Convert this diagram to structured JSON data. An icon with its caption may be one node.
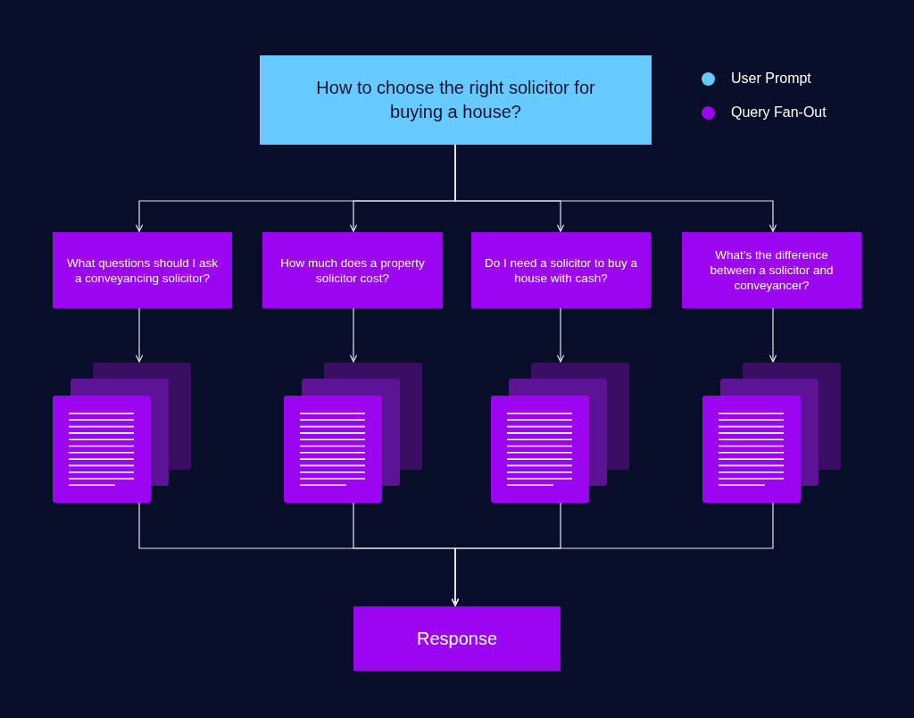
{
  "diagram": {
    "nodes": [
      {
        "text": [
          "How to choose the right solicitor for buying a house?"
        ]
      },
      {
        "text": [
          "What questions should I ask a conveyancing solicitor?"
        ]
      },
      {
        "text": [
          "How much does a property solicitor cost?"
        ]
      },
      {
        "text": [
          "Do I need a solicitor to buy a house with cash?"
        ]
      },
      {
        "text": [
          "What’s the difference between a solicitor and conveyancer?"
        ]
      },
      {
        "text": [],
        "shape": "document"
      },
      {
        "text": [],
        "shape": "document"
      },
      {
        "text": [],
        "shape": "document"
      },
      {
        "text": [],
        "shape": "document"
      },
      {
        "text": [
          "Response"
        ]
      }
    ],
    "edges": [
      {
        "from": 0,
        "to": 1,
        "arrow": "to"
      },
      {
        "from": 0,
        "to": 2,
        "arrow": "to"
      },
      {
        "from": 0,
        "to": 3,
        "arrow": "to"
      },
      {
        "from": 0,
        "to": 4,
        "arrow": "to"
      },
      {
        "from": 1,
        "to": 5,
        "arrow": "to"
      },
      {
        "from": 2,
        "to": 6,
        "arrow": "to"
      },
      {
        "from": 3,
        "to": 7,
        "arrow": "to"
      },
      {
        "from": 4,
        "to": 8,
        "arrow": "to"
      },
      {
        "from": 5,
        "to": 9,
        "arrow": "to"
      },
      {
        "from": 6,
        "to": 9,
        "arrow": "to"
      },
      {
        "from": 7,
        "to": 9,
        "arrow": "to"
      },
      {
        "from": 8,
        "to": 9,
        "arrow": "to"
      }
    ],
    "legend": [
      {
        "text": "User Prompt",
        "color": "#66c9ff"
      },
      {
        "text": "Query Fan-Out",
        "color": "#9b05f0"
      }
    ]
  }
}
